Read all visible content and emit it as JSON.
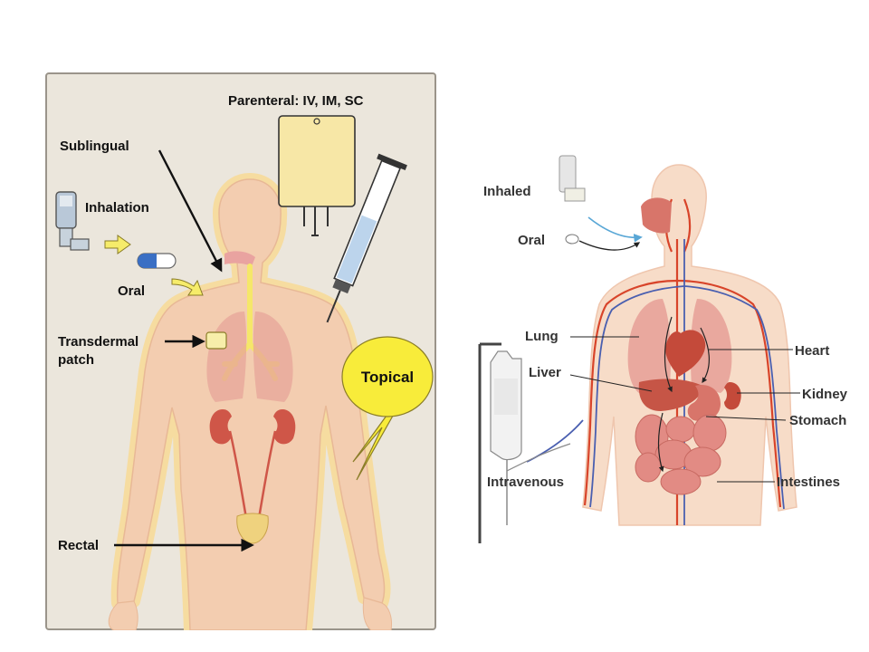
{
  "left_diagram": {
    "labels": {
      "parenteral": "Parenteral: IV, IM, SC",
      "sublingual": "Sublingual",
      "inhalation": "Inhalation",
      "oral": "Oral",
      "transdermal_line1": "Transdermal",
      "transdermal_line2": "patch",
      "topical": "Topical",
      "rectal": "Rectal"
    },
    "colors": {
      "panel_bg": "#ebe6dc",
      "panel_border": "#9a948a",
      "skin": "#f3cdb0",
      "body_glow": "#f6dca0",
      "organ_red": "#cf5648",
      "lung_pink": "#e7a49a",
      "trachea_yellow": "#f5e76a",
      "iv_bag": "#f7e7a6",
      "syringe_fluid": "#bcd4ec",
      "topical_bubble": "#f8ec3a",
      "arrow_yellow": "#f6ec6a",
      "bladder": "#efd27e"
    }
  },
  "right_diagram": {
    "labels": {
      "inhaled": "Inhaled",
      "oral": "Oral",
      "lung": "Lung",
      "liver": "Liver",
      "intravenous": "Intravenous",
      "heart": "Heart",
      "kidney": "Kidney",
      "stomach": "Stomach",
      "intestines": "Intestines"
    },
    "colors": {
      "skin": "#f7dcc8",
      "vessel_red": "#d8442a",
      "vessel_blue": "#4a5fb0",
      "organ": "#d8756a",
      "intestine": "#e28b84",
      "liver": "#c65546",
      "arrow_blue": "#59a7d6"
    }
  }
}
